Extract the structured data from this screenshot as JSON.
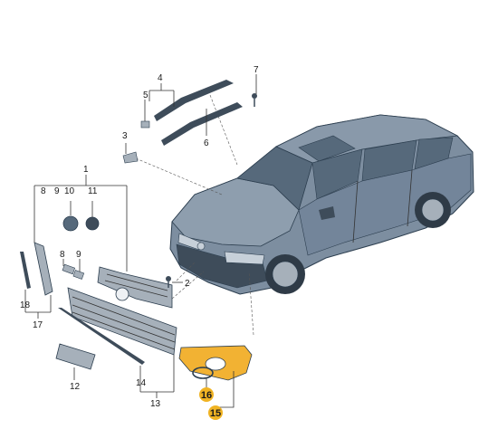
{
  "callouts": {
    "c1": "1",
    "c2": "2",
    "c3": "3",
    "c4": "4",
    "c5": "5",
    "c6": "6",
    "c7": "7",
    "c8": "8",
    "c9a": "9",
    "c9b": "9",
    "c10": "10",
    "c11": "11",
    "c12": "12",
    "c13": "13",
    "c14": "14",
    "c15": "15",
    "c16": "16",
    "c17": "17",
    "c18": "18"
  },
  "colors": {
    "car_body": "#7d8ea0",
    "car_dark": "#3e4c5a",
    "glass": "#56697b",
    "part_grey": "#a6b0ba",
    "highlight_part": "#f2b233",
    "highlight_badge": "#f0b323"
  }
}
